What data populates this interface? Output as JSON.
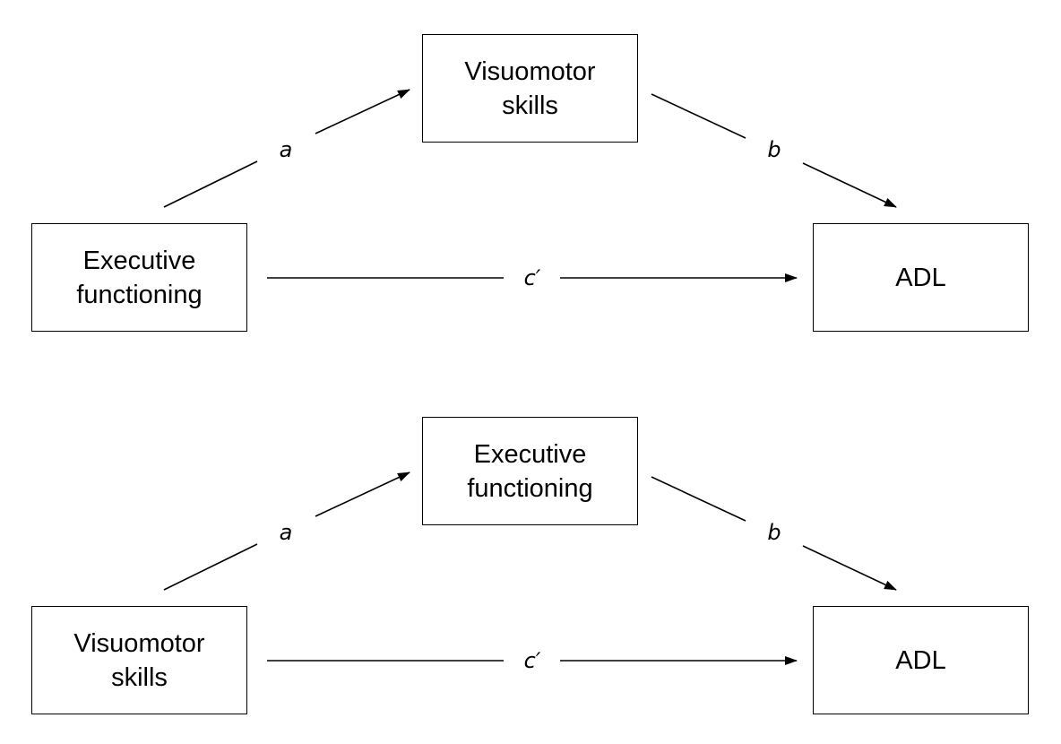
{
  "diagrams": [
    {
      "predictor": "Executive\nfunctioning",
      "mediator": "Visuomotor\nskills",
      "outcome": "ADL",
      "paths": {
        "a": "a",
        "b": "b",
        "c_prime": "c′"
      }
    },
    {
      "predictor": "Visuomotor\nskills",
      "mediator": "Executive\nfunctioning",
      "outcome": "ADL",
      "paths": {
        "a": "a",
        "b": "b",
        "c_prime": "c′"
      }
    }
  ]
}
